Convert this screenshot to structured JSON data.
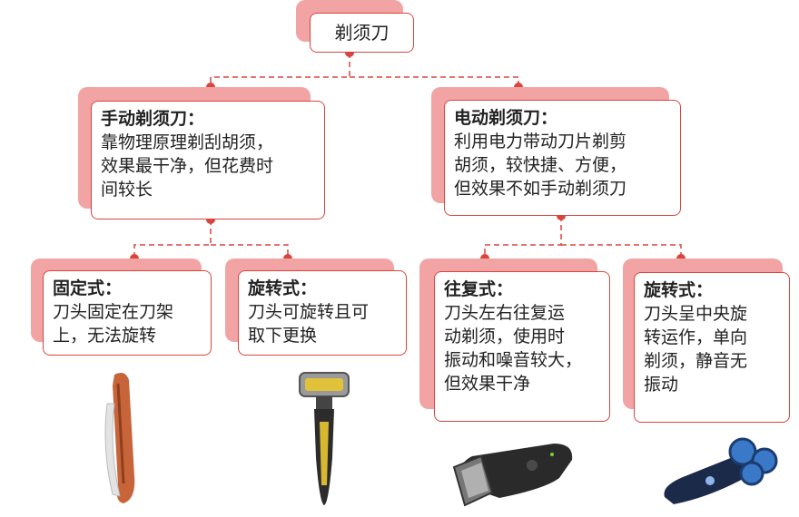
{
  "root": {
    "label": "剃须刀"
  },
  "manual": {
    "title": "手动剃须刀：",
    "desc": [
      "靠物理原理剃刮胡须，",
      "效果最干净，但花费时",
      "间较长"
    ]
  },
  "electric": {
    "title": "电动剃须刀：",
    "desc": [
      "利用电力带动刀片剃剪",
      "胡须，较快捷、方便，",
      "但效果不如手动剃须刀"
    ]
  },
  "fixed": {
    "title": "固定式：",
    "desc": [
      "刀头固定在刀架",
      "上，无法旋转"
    ],
    "icon": "straight-razor-icon"
  },
  "manual_rotary": {
    "title": "旋转式：",
    "desc": [
      "刀头可旋转且可",
      "取下更换"
    ],
    "icon": "cartridge-razor-icon"
  },
  "reciprocating": {
    "title": "往复式：",
    "desc": [
      "刀头左右往复运",
      "动剃须，使用时",
      "振动和噪音较大，",
      "但效果干净"
    ],
    "icon": "foil-shaver-icon"
  },
  "electric_rotary": {
    "title": "旋转式：",
    "desc": [
      "刀头呈中央旋",
      "转运作，单向",
      "剃须，静音无",
      "振动"
    ],
    "icon": "rotary-shaver-icon"
  },
  "colors": {
    "accent": "#d9453e",
    "shadow": "#f2a4a4"
  }
}
